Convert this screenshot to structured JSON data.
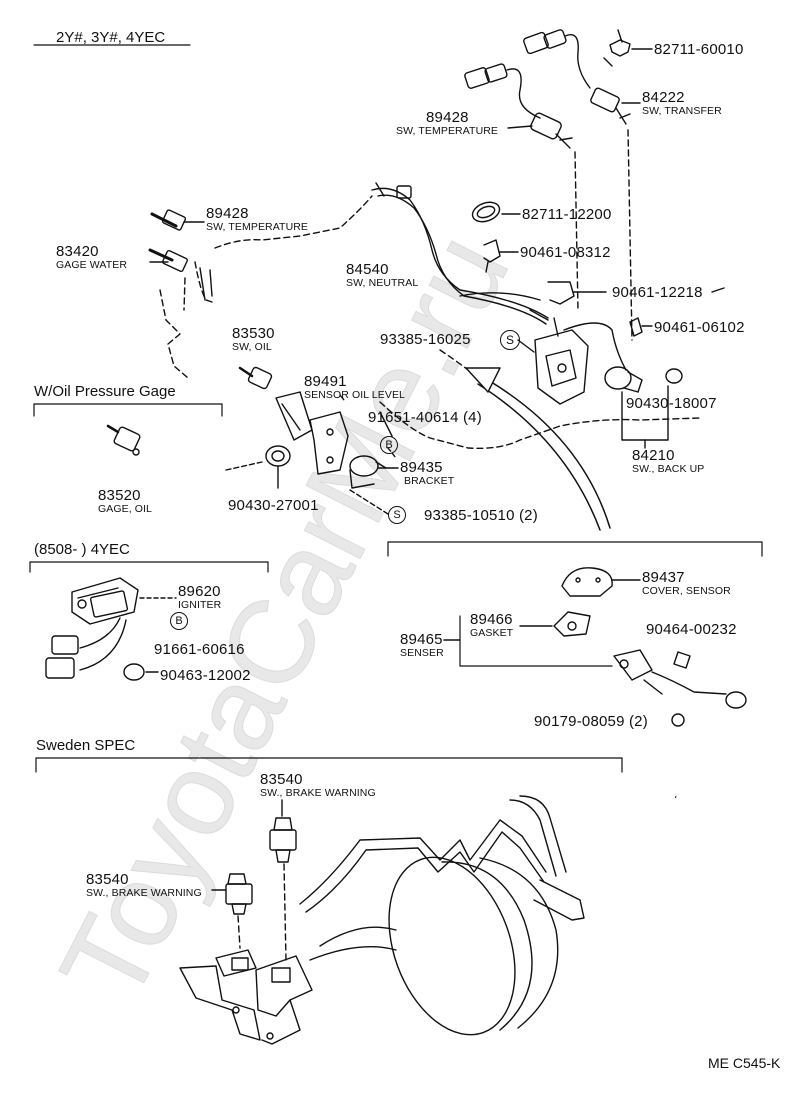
{
  "sections": {
    "engine_models": "2Y#, 3Y#, 4YEC",
    "oil_pressure": "W/Oil Pressure Gage",
    "igniter_range": "(8508-           ) 4YEC",
    "sweden": "Sweden SPEC"
  },
  "parts": {
    "p82711_60010": {
      "pn": "82711-60010"
    },
    "p84222": {
      "pn": "84222",
      "desc": "SW, TRANSFER"
    },
    "p89428_top": {
      "pn": "89428",
      "desc": "SW, TEMPERATURE"
    },
    "p82711_12200": {
      "pn": "82711-12200"
    },
    "p89428_left": {
      "pn": "89428",
      "desc": "SW, TEMPERATURE"
    },
    "p83420": {
      "pn": "83420",
      "desc": "GAGE WATER"
    },
    "p90461_08312": {
      "pn": "90461-08312"
    },
    "p84540": {
      "pn": "84540",
      "desc": "SW, NEUTRAL"
    },
    "p90461_12218": {
      "pn": "90461-12218"
    },
    "p90461_06102": {
      "pn": "90461-06102"
    },
    "p93385_16025": {
      "pn": "93385-16025",
      "sym": "S"
    },
    "p83530": {
      "pn": "83530",
      "desc": "SW, OIL"
    },
    "p89491": {
      "pn": "89491",
      "desc": "SENSOR OIL LEVEL"
    },
    "p91651_40614": {
      "pn": "91651-40614 (4)",
      "sym": "B"
    },
    "p90430_18007": {
      "pn": "90430-18007"
    },
    "p84210": {
      "pn": "84210",
      "desc": "SW., BACK UP"
    },
    "p83520": {
      "pn": "83520",
      "desc": "GAGE, OIL"
    },
    "p89435": {
      "pn": "89435",
      "desc": "BRACKET"
    },
    "p90430_27001": {
      "pn": "90430-27001"
    },
    "p93385_10510": {
      "pn": "93385-10510 (2)",
      "sym": "S"
    },
    "p89620": {
      "pn": "89620",
      "desc": "IGNITER"
    },
    "p91661_60616": {
      "pn": "91661-60616",
      "sym": "B"
    },
    "p90463_12002": {
      "pn": "90463-12002"
    },
    "p89437": {
      "pn": "89437",
      "desc": "COVER, SENSOR"
    },
    "p89466": {
      "pn": "89466",
      "desc": "GASKET"
    },
    "p89465": {
      "pn": "89465",
      "desc": "SENSER"
    },
    "p90464_00232": {
      "pn": "90464-00232"
    },
    "p90179_08059": {
      "pn": "90179-08059 (2)"
    },
    "p83540_a": {
      "pn": "83540",
      "desc": "SW., BRAKE WARNING"
    },
    "p83540_b": {
      "pn": "83540",
      "desc": "SW., BRAKE WARNING"
    }
  },
  "diagram_code": "ME C545-K",
  "watermark": "ToyotaCarMe.ru",
  "colors": {
    "ink": "#111111",
    "watermark": "#e6e6e6"
  }
}
